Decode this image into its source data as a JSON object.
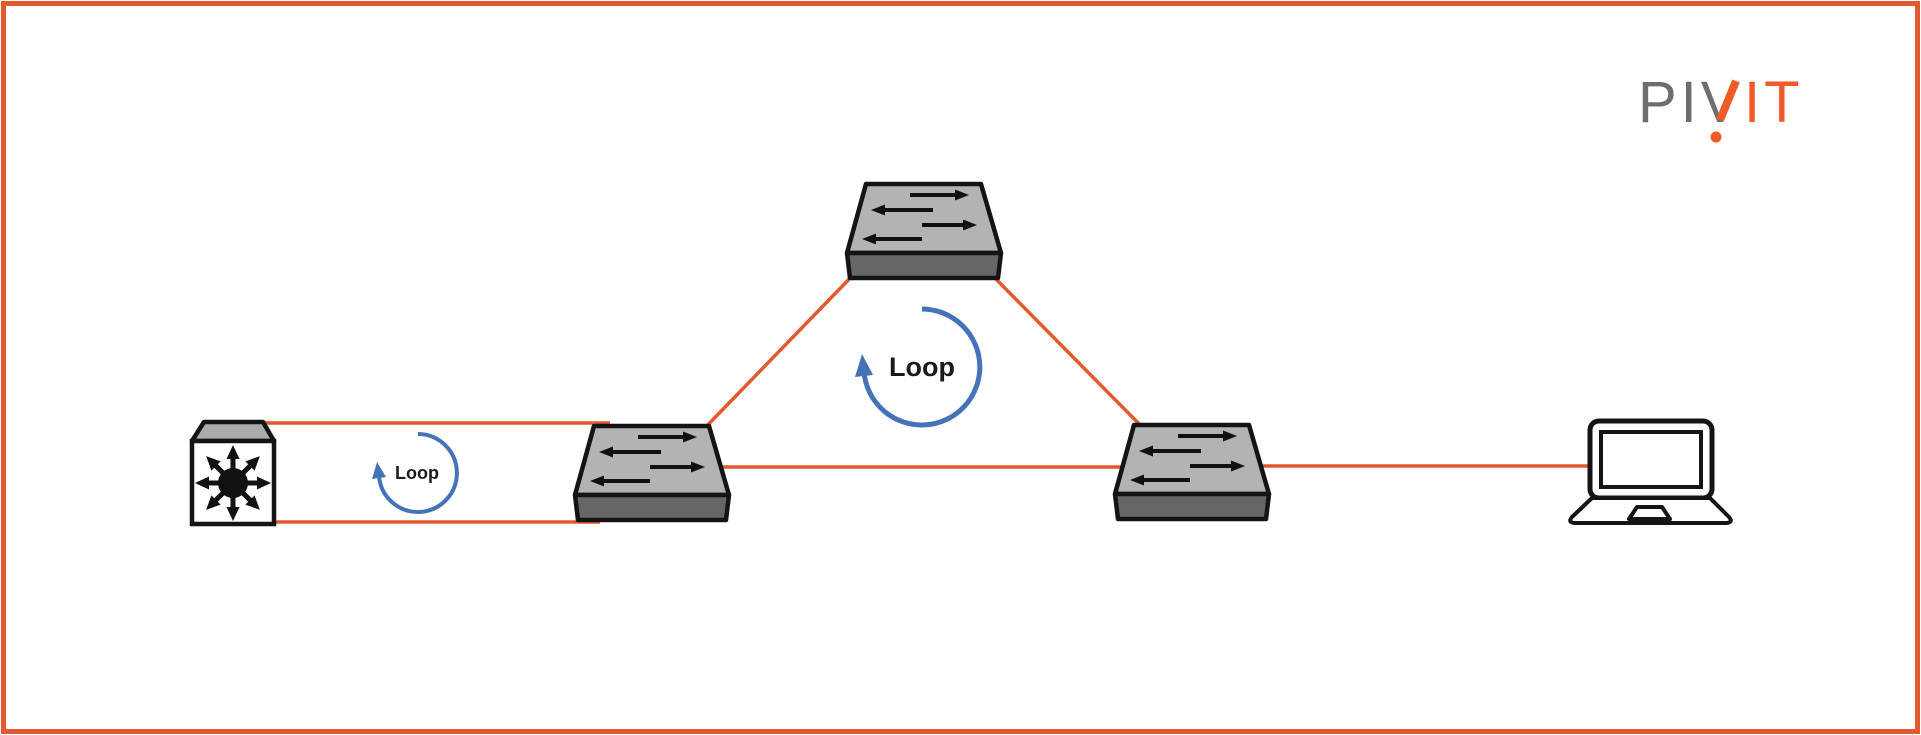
{
  "frame": {
    "background": "#FFFFFF",
    "border_color": "#E4582E"
  },
  "logo": {
    "part_gray": "PIV",
    "part_orange": "IT",
    "gray_color": "#6D6E71",
    "orange_color": "#F05A28"
  },
  "loops": {
    "top": {
      "label": "Loop",
      "direction": "clockwise"
    },
    "left": {
      "label": "Loop",
      "direction": "clockwise"
    }
  },
  "colors": {
    "link": "#E4582E",
    "loop_arrow": "#4573B9",
    "switch_top_face": "#B3B3B3",
    "switch_front_face": "#666666",
    "device_outline": "#141414"
  },
  "nodes": [
    {
      "id": "multilayer-switch",
      "icon": "multilayer-switch-icon",
      "position": "left"
    },
    {
      "id": "switch-a",
      "icon": "switch-icon",
      "position": "middle-left"
    },
    {
      "id": "switch-b",
      "icon": "switch-icon",
      "position": "top-center"
    },
    {
      "id": "switch-c",
      "icon": "switch-icon",
      "position": "middle-right"
    },
    {
      "id": "laptop",
      "icon": "laptop-icon",
      "position": "right"
    }
  ],
  "links": [
    {
      "from": "multilayer-switch",
      "to": "switch-a",
      "segment": "upper"
    },
    {
      "from": "multilayer-switch",
      "to": "switch-a",
      "segment": "lower"
    },
    {
      "from": "switch-a",
      "to": "switch-b"
    },
    {
      "from": "switch-b",
      "to": "switch-c"
    },
    {
      "from": "switch-a",
      "to": "switch-c"
    },
    {
      "from": "switch-c",
      "to": "laptop"
    }
  ]
}
